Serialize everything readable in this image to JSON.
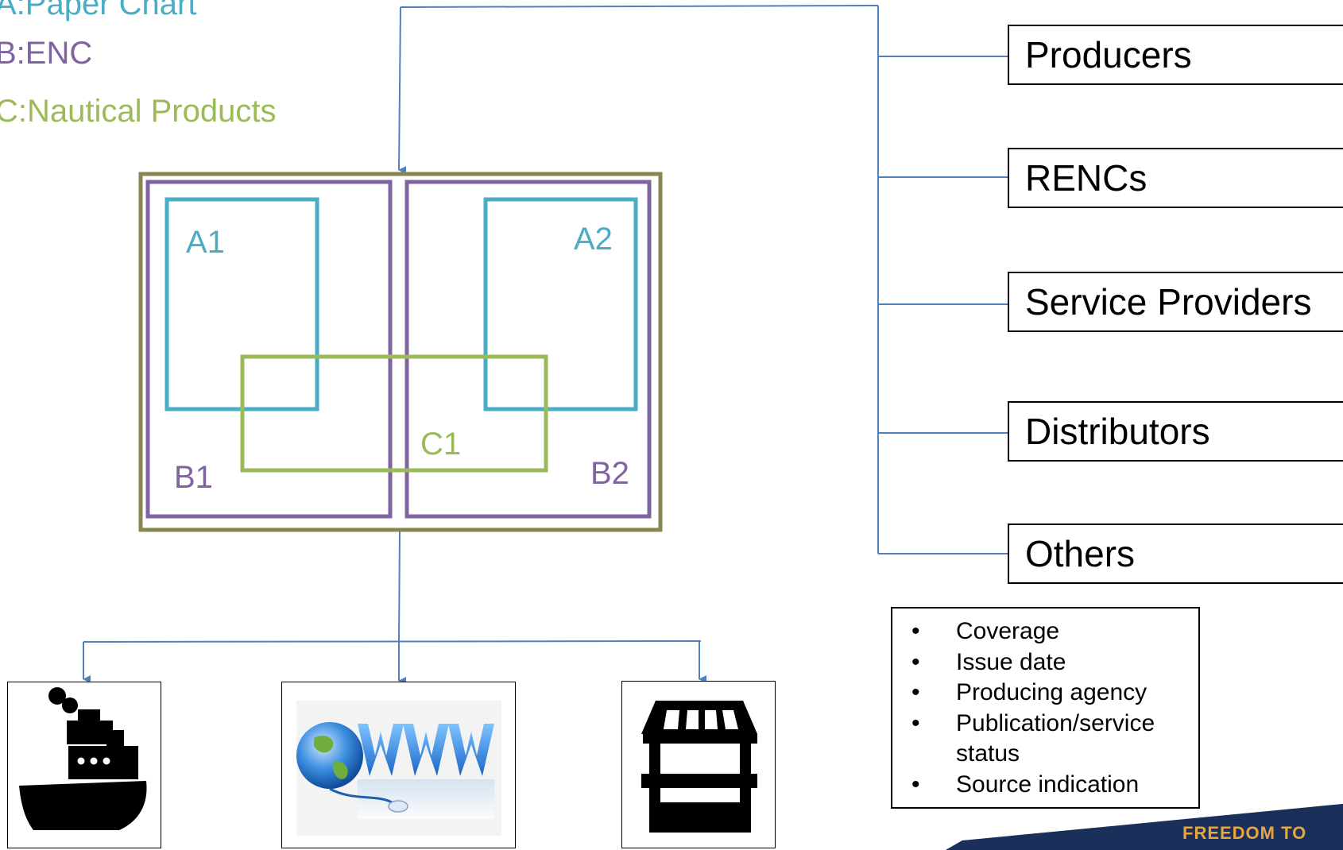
{
  "legend": [
    {
      "label": "A:Paper Chart",
      "color": "#4bacc6"
    },
    {
      "label": "B:ENC",
      "color": "#8064a2"
    },
    {
      "label": "C:Nautical Products",
      "color": "#9bbb59"
    }
  ],
  "coverage_labels": {
    "a1": "A1",
    "a2": "A2",
    "b1": "B1",
    "b2": "B2",
    "c1": "C1"
  },
  "stakeholders": [
    "Producers",
    "RENCs",
    "Service Providers",
    "Distributors",
    "Others"
  ],
  "attributes": [
    "Coverage",
    "Issue date",
    "Producing agency",
    "Publication/service status",
    "Source indication"
  ],
  "channels": {
    "ship": "ship-icon",
    "web": "www-globe-icon",
    "store": "storefront-icon"
  },
  "colors": {
    "paper_chart": "#4bacc6",
    "enc": "#8064a2",
    "nautical_products": "#9bbb59",
    "outer_frame": "#8a8450",
    "connector": "#4f81bd",
    "banner": "#1a2f5a",
    "banner_text": "#e8a640"
  },
  "banner_text": "FREEDOM TO"
}
